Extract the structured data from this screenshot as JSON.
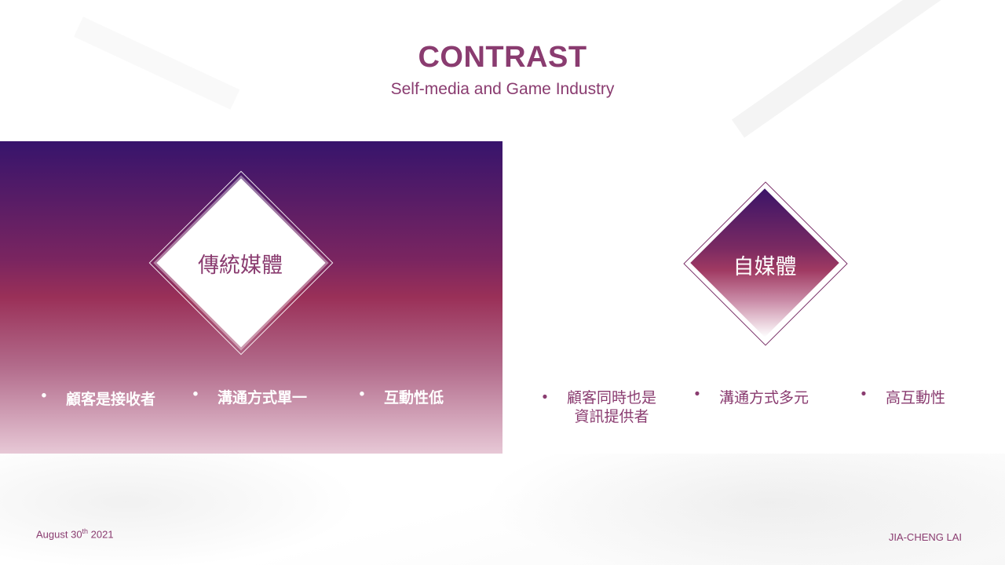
{
  "slide": {
    "title": "CONTRAST",
    "subtitle": "Self-media and Game Industry"
  },
  "left_panel": {
    "diamond_label": "傳統媒體",
    "bullets": [
      "顧客是接收者",
      "溝通方式單一",
      "互動性低"
    ]
  },
  "right_panel": {
    "diamond_label": "自媒體",
    "bullets": [
      {
        "line1": "顧客同時也是",
        "line2": "資訊提供者"
      },
      {
        "line1": "溝通方式多元",
        "line2": ""
      },
      {
        "line1": "高互動性",
        "line2": ""
      }
    ]
  },
  "footer": {
    "date_main": "August 30",
    "date_suffix": "th",
    "date_year": " 2021",
    "author": "JIA-CHENG LAI"
  },
  "colors": {
    "title": "#8a3c70",
    "subtitle": "#8a3c70",
    "accent": "#8a3c70",
    "gradient_top": "#37146c",
    "gradient_mid": "#9a3058"
  },
  "bullet_char": "•"
}
